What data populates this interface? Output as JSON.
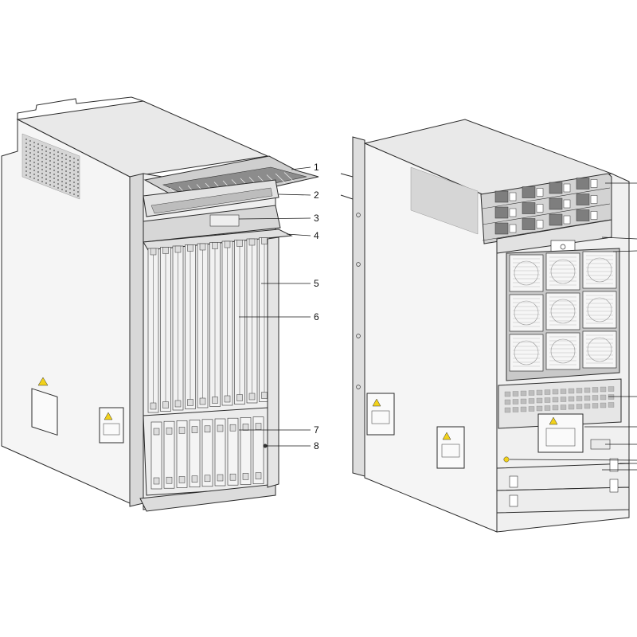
{
  "callouts": {
    "front": [
      "1",
      "2",
      "3",
      "4",
      "5",
      "6",
      "7",
      "8"
    ]
  },
  "colors": {
    "chassis_light": "#f3f3f3",
    "chassis_mid": "#dcdcdc",
    "chassis_dark": "#b9b9b9",
    "outline": "#2b2b2b",
    "warning_label": "#f2d21b",
    "ground_dot": "#f2d21b"
  },
  "icons": [
    "warning-label-icon",
    "ground-point-icon",
    "vent-grille-icon",
    "handle-icon"
  ]
}
